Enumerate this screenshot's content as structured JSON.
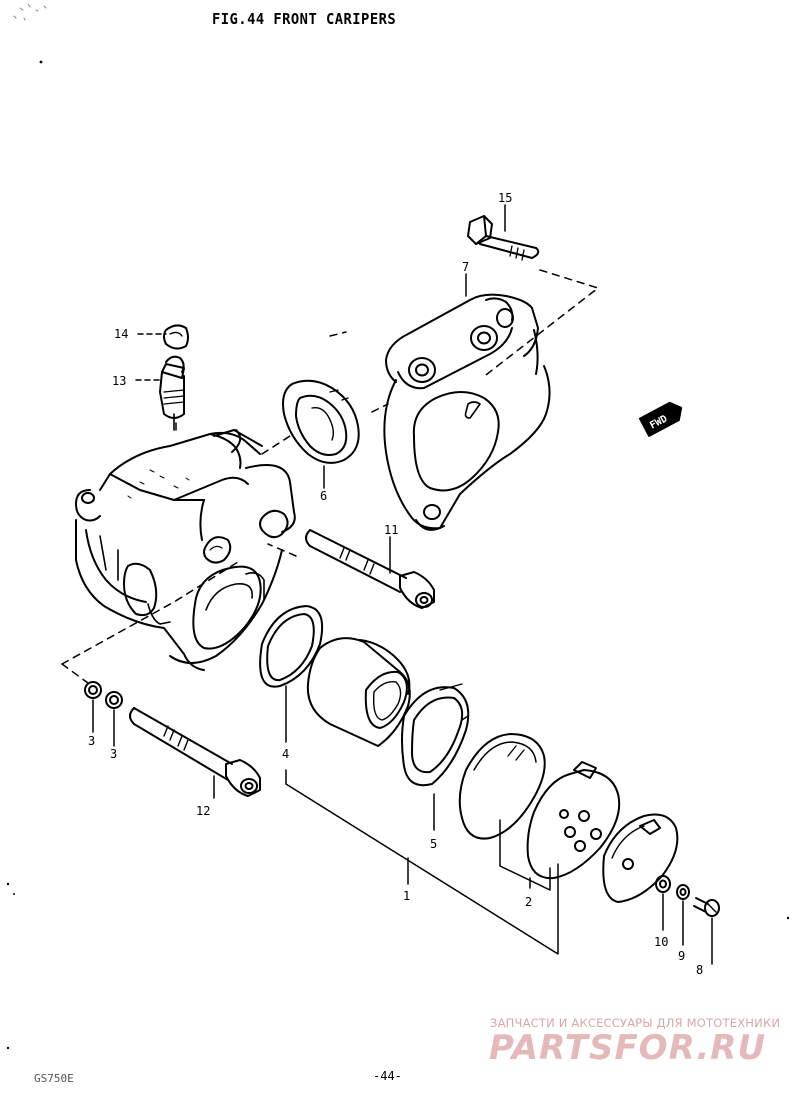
{
  "figure": {
    "title": "FIG.44  FRONT CARIPERS",
    "page_number": "-44-",
    "doc_code": "GS750E"
  },
  "callouts": [
    {
      "id": "c15",
      "label": "15"
    },
    {
      "id": "c7",
      "label": "7"
    },
    {
      "id": "c14",
      "label": "14"
    },
    {
      "id": "c13",
      "label": "13"
    },
    {
      "id": "c6",
      "label": "6"
    },
    {
      "id": "c11",
      "label": "11"
    },
    {
      "id": "c3a",
      "label": "3"
    },
    {
      "id": "c3b",
      "label": "3"
    },
    {
      "id": "c4",
      "label": "4"
    },
    {
      "id": "c12",
      "label": "12"
    },
    {
      "id": "c5",
      "label": "5"
    },
    {
      "id": "c1",
      "label": "1"
    },
    {
      "id": "c2",
      "label": "2"
    },
    {
      "id": "c10",
      "label": "10"
    },
    {
      "id": "c9",
      "label": "9"
    },
    {
      "id": "c8",
      "label": "8"
    }
  ],
  "fwd_tag": "FWD",
  "watermark": {
    "line1": "ЗАПЧАСТИ И АКСЕССУАРЫ ДЛЯ МОТОТЕХНИКИ",
    "logo": "PARTSFOR.RU"
  }
}
